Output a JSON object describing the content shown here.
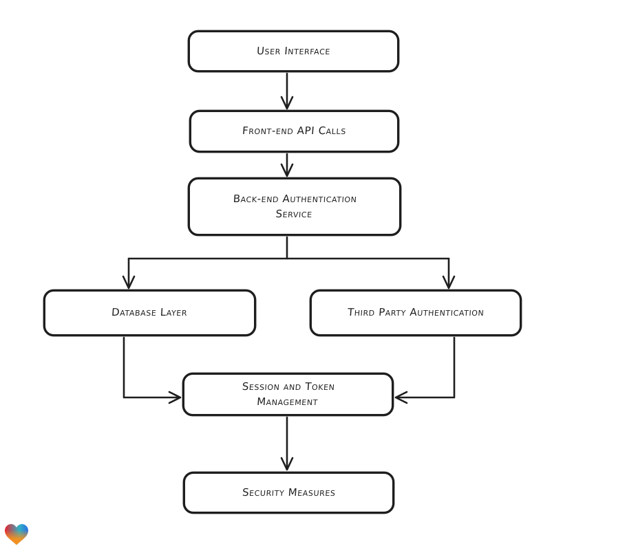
{
  "page": {
    "background": "#ffffff"
  },
  "diagram": {
    "type": "flowchart",
    "style": "hand-drawn",
    "stroke_color": "#1e1e1e",
    "node_fill": "#ffffff",
    "nodes": [
      {
        "id": "user-interface",
        "label": "User Interface"
      },
      {
        "id": "front-end-api-calls",
        "label": "Front-end API Calls"
      },
      {
        "id": "back-end-authentication-service",
        "label": "Back-end Authentication\nService"
      },
      {
        "id": "database-layer",
        "label": "Database Layer"
      },
      {
        "id": "third-party-authentication",
        "label": "Third Party Authentication"
      },
      {
        "id": "session-and-token-management",
        "label": "Session and Token\nManagement"
      },
      {
        "id": "security-measures",
        "label": "Security Measures"
      }
    ],
    "edges": [
      {
        "from": "user-interface",
        "to": "front-end-api-calls"
      },
      {
        "from": "front-end-api-calls",
        "to": "back-end-authentication-service"
      },
      {
        "from": "back-end-authentication-service",
        "to": "database-layer"
      },
      {
        "from": "back-end-authentication-service",
        "to": "third-party-authentication"
      },
      {
        "from": "database-layer",
        "to": "session-and-token-management"
      },
      {
        "from": "third-party-authentication",
        "to": "session-and-token-management"
      },
      {
        "from": "session-and-token-management",
        "to": "security-measures"
      }
    ]
  },
  "logo": {
    "name": "gradient-heart",
    "colors": {
      "red": "#e8232e",
      "teal": "#2fb0c4",
      "blue": "#2b6fe3",
      "orange": "#f6911e"
    }
  }
}
